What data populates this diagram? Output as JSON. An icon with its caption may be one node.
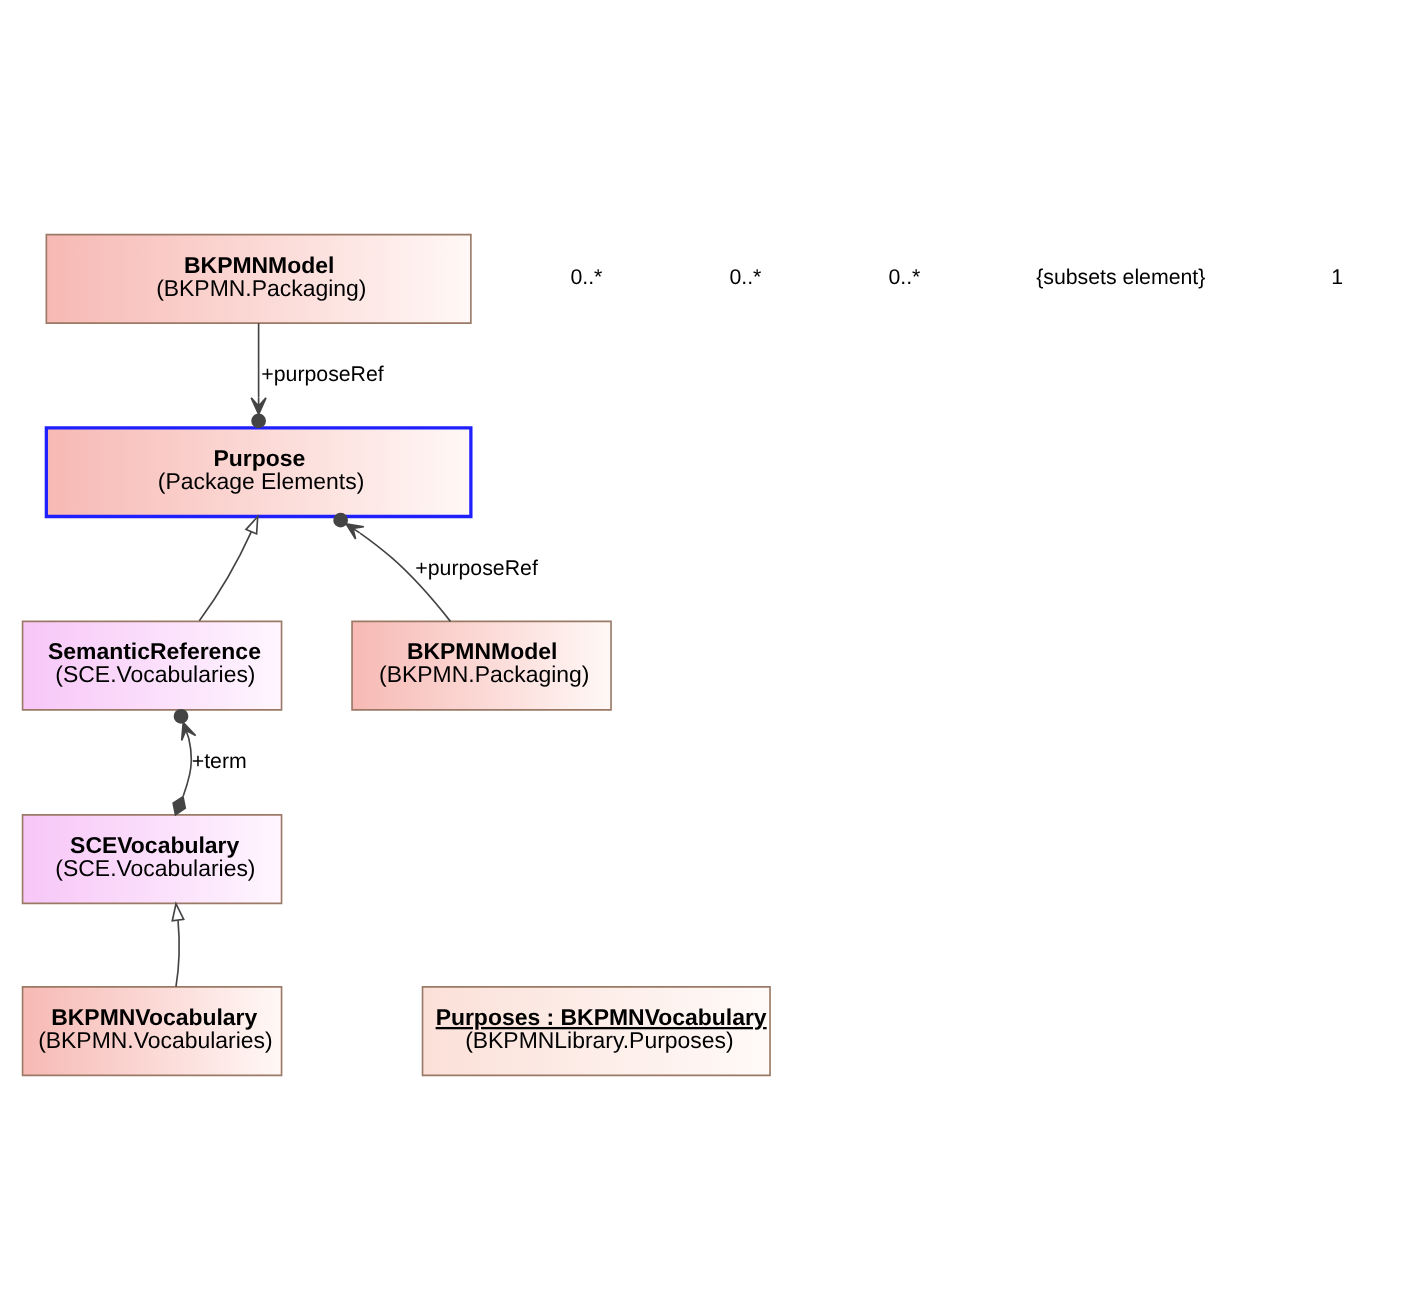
{
  "diagram": {
    "nodes": [
      {
        "text": [
          "BKPMNModel",
          "(BKPMN.Packaging)"
        ]
      },
      {
        "text": [
          "Purpose",
          "(Package Elements)"
        ]
      },
      {
        "text": [
          "SemanticReference",
          "(SCE.Vocabularies)"
        ]
      },
      {
        "text": [
          "BKPMNModel",
          "(BKPMN.Packaging)"
        ]
      },
      {
        "text": [
          "SCEVocabulary",
          "(SCE.Vocabularies)"
        ]
      },
      {
        "text": [
          "BKPMNVocabulary",
          "(BKPMN.Vocabularies)"
        ]
      },
      {
        "text": [
          "Purposes : BKPMNVocabulary",
          "(BKPMNLibrary.Purposes)"
        ]
      }
    ],
    "edges": [
      {
        "from": 0,
        "to": 1,
        "arrow": "to",
        "label": "+purposeRef"
      },
      {
        "from": 2,
        "to": 1,
        "arrow": "to"
      },
      {
        "from": 3,
        "to": 1,
        "arrow": "to",
        "label": "+purposeRef"
      },
      {
        "from": 4,
        "to": 2,
        "arrow": "to",
        "label": "+term"
      },
      {
        "from": 5,
        "to": 4,
        "arrow": "to"
      }
    ],
    "labels": [
      "0..*",
      "0..*",
      "0..*",
      "{subsets element}",
      "1"
    ]
  }
}
